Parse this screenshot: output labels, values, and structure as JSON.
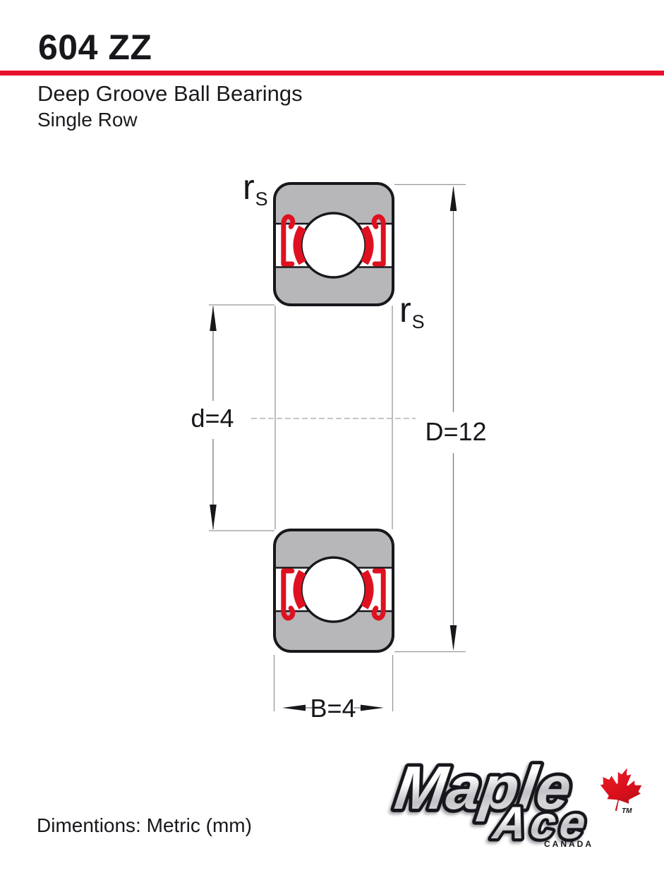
{
  "header": {
    "part_number": "604 ZZ",
    "product_line": "Deep Groove Ball Bearings",
    "variant": "Single Row",
    "accent_color": "#e8112d"
  },
  "diagram": {
    "labels": {
      "surface_radius_top": {
        "base": "r",
        "sub": "S"
      },
      "surface_radius_bottom": {
        "base": "r",
        "sub": "S"
      },
      "bore_diameter": "d=4",
      "outer_diameter": "D=12",
      "width": "B=4"
    },
    "colors": {
      "ring_fill": "#b7b7b9",
      "outline": "#17171c",
      "shield_red": "#df1120",
      "thin_line": "#97979b",
      "dim_line": "#7a7a7e"
    }
  },
  "footer": {
    "dimensions_note": "Dimentions: Metric (mm)"
  },
  "logo": {
    "word_top": "Maple",
    "word_bottom": "Ace",
    "trademark": "TM",
    "country": "CANADA",
    "leaf_color": "#d8101c"
  }
}
